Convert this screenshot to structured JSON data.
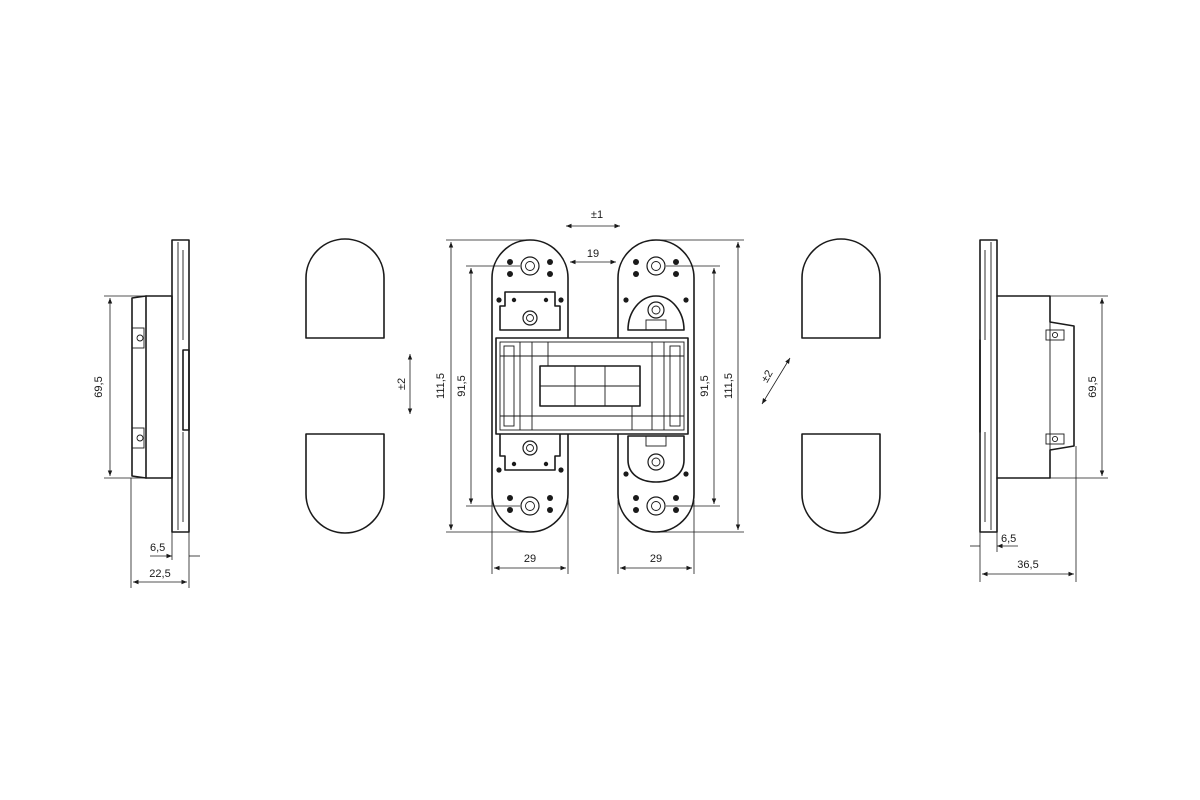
{
  "dimensions": {
    "left_side_height": "69,5",
    "left_plate_thickness": "6,5",
    "left_total_depth": "22,5",
    "cap_adjust_vertical": "±2",
    "left_total_height": "111,5",
    "left_hole_spacing": "91,5",
    "lateral_adjust": "±1",
    "gap_between_plates": "19",
    "left_plate_width": "29",
    "right_plate_width": "29",
    "right_hole_spacing": "91,5",
    "right_total_height": "111,5",
    "diagonal_adjust": "±2",
    "right_side_height": "69,5",
    "right_plate_thickness": "6,5",
    "right_total_depth": "36,5"
  }
}
